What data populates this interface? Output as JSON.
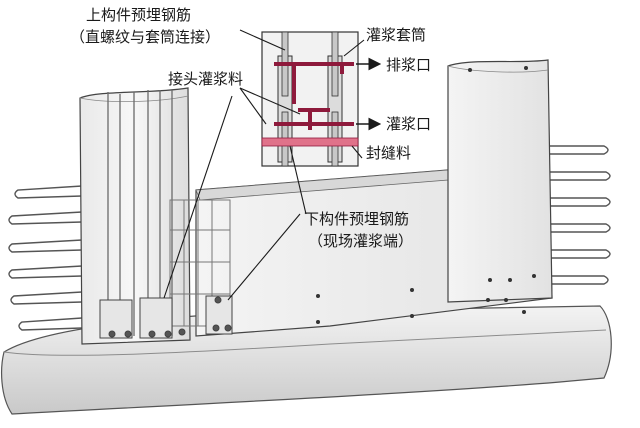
{
  "labels": {
    "upper_rebar": "上构件预埋钢筋",
    "upper_rebar_note": "（直螺纹与套筒连接）",
    "grout_sleeve": "灌浆套筒",
    "grout_outlet": "排浆口",
    "joint_grout": "接头灌浆料",
    "grout_inlet": "灌浆口",
    "joint_seal": "封缝料",
    "lower_rebar": "下构件预埋钢筋",
    "lower_rebar_note": "（现场灌浆端）"
  },
  "colors": {
    "sleeve_accent": "#8e1a3c",
    "seal_accent": "#e0728a",
    "outline": "#333333",
    "concrete": "#efefef"
  },
  "icons": {
    "arrow": "right-arrow-icon"
  }
}
